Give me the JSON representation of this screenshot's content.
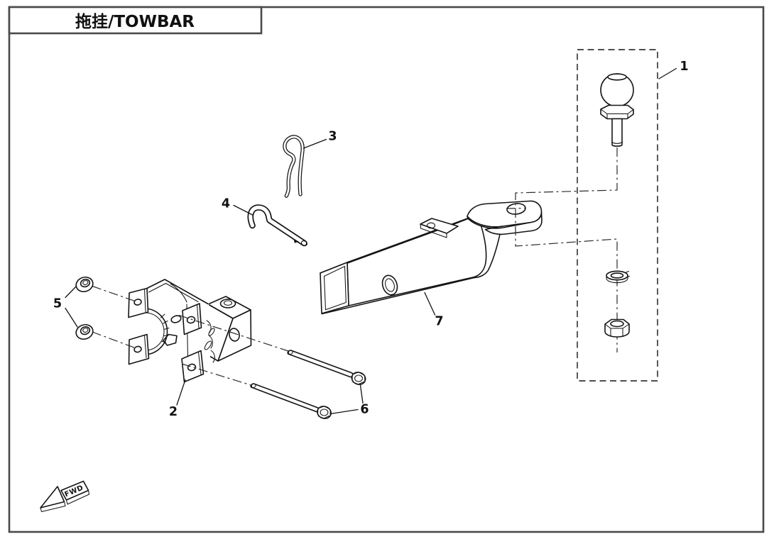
{
  "page": {
    "title": "拖挂/TOWBAR",
    "background_color": "#ffffff",
    "line_color": "#141414",
    "frame_color": "#4a4a4a",
    "centerline_color": "#2b2b2b"
  },
  "direction_indicator": {
    "label": "FWD"
  },
  "callouts": [
    {
      "number": "1"
    },
    {
      "number": "2"
    },
    {
      "number": "3"
    },
    {
      "number": "4"
    },
    {
      "number": "5"
    },
    {
      "number": "6"
    },
    {
      "number": "7"
    }
  ]
}
